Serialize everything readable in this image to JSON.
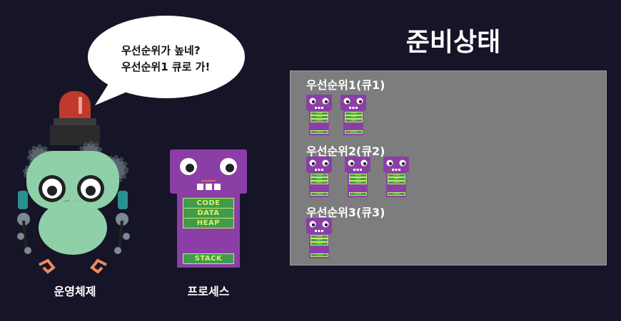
{
  "speech": {
    "line1": "우선순위가 높네?",
    "line2": "우선순위1 큐로 가!"
  },
  "os_label": "운영체제",
  "process_label": "프로세스",
  "title": "준비상태",
  "process_segments": {
    "code": "CODE",
    "data": "DATA",
    "heap": "HEAP",
    "stack": "STACK"
  },
  "queues": [
    {
      "label": "우선순위1(큐1)",
      "count": 2
    },
    {
      "label": "우선순위2(큐2)",
      "count": 3
    },
    {
      "label": "우선순위3(큐3)",
      "count": 1
    }
  ],
  "colors": {
    "background": "#161427",
    "panel": "#7d7d7d",
    "process_purple": "#8b3fa6",
    "segment_green": "#3f9c4c",
    "robot_green": "#8fd0a8",
    "siren_red": "#c0392b"
  }
}
